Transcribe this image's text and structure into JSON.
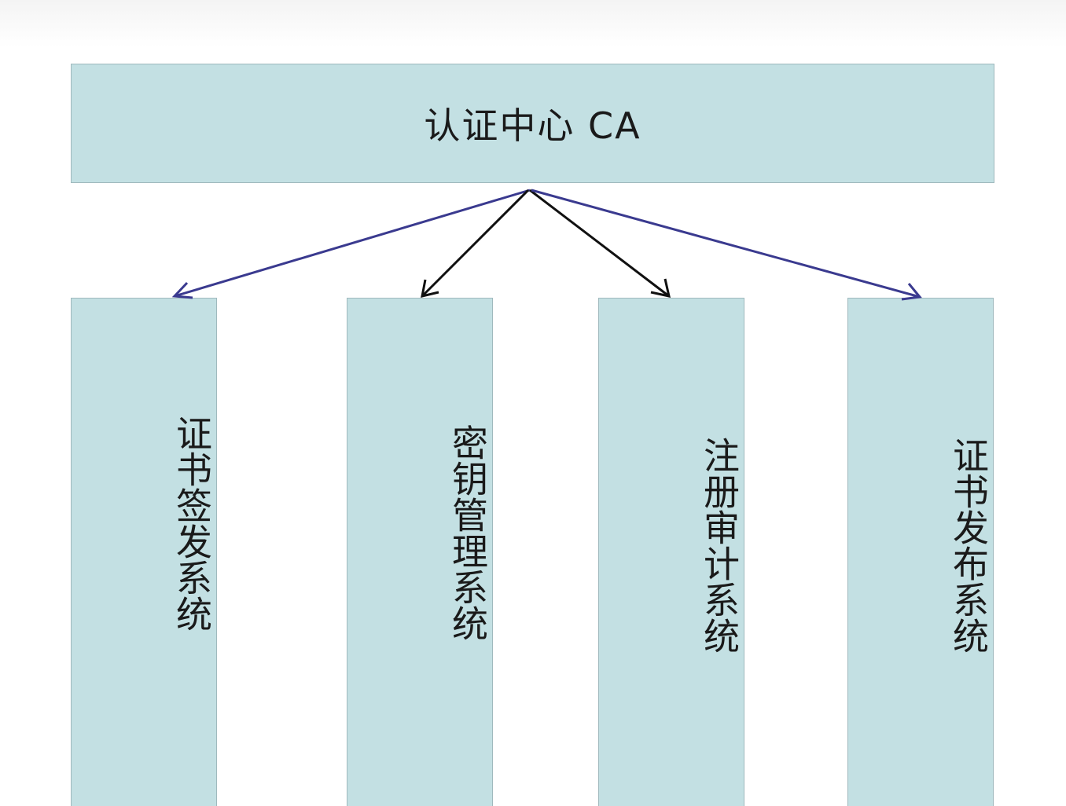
{
  "diagram": {
    "root": {
      "label": "认证中心 CA"
    },
    "children": [
      {
        "label": "证书签发系统"
      },
      {
        "label": "密钥管理系统"
      },
      {
        "label": "注册审计系统"
      },
      {
        "label": "证书发布系统"
      }
    ],
    "colors": {
      "box_fill": "#c3e0e3",
      "box_border": "#9fb9bd",
      "outer_arrow": "#3a3a8f",
      "inner_arrow": "#111111"
    }
  }
}
